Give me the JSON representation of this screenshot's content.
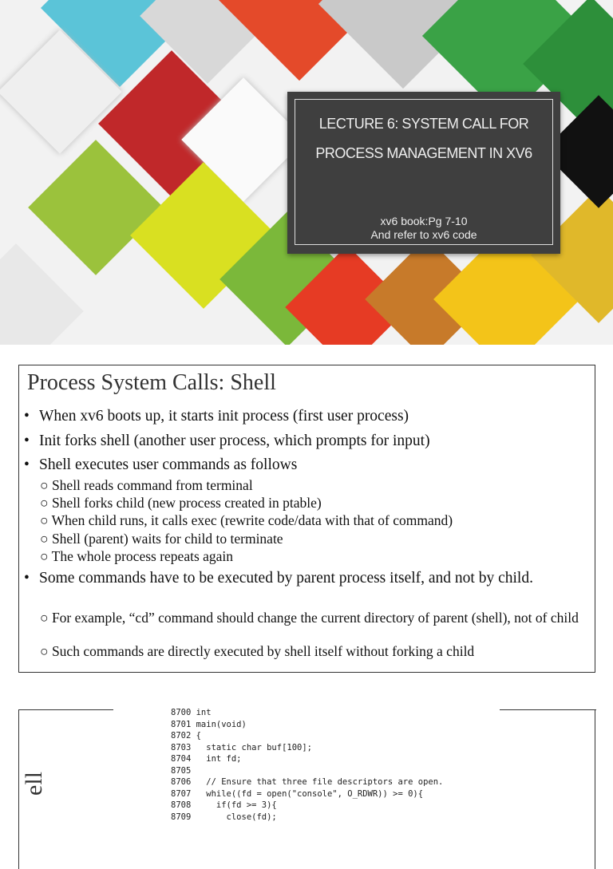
{
  "slide1": {
    "title_line1": "LECTURE 6: SYSTEM CALL FOR",
    "title_line2": "PROCESS MANAGEMENT IN XV6",
    "subtitle_line1": "xv6 book:Pg 7-10",
    "subtitle_line2": "And refer to xv6 code",
    "colors": {
      "box": "#3f3f3f"
    }
  },
  "slide2": {
    "title": "Process System Calls: Shell",
    "bullets": [
      "When xv6 boots up, it starts init process (first user process)",
      "Init forks shell (another user process, which prompts for input)",
      "Shell executes user commands as follows",
      "Some commands have to be executed by parent process itself, and not by child."
    ],
    "sub1": [
      "○ Shell reads command from terminal",
      "○ Shell forks child (new process created in ptable)",
      "○ When child runs, it calls exec (rewrite code/data with that of command)",
      "○ Shell (parent) waits for child to terminate",
      "○ The whole process repeats again"
    ],
    "sub2": [
      "○ For example, “cd” command should change the current directory of parent (shell), not of child",
      "○ Such commands are directly executed by shell itself without forking a child"
    ]
  },
  "slide3": {
    "side_title": "ell",
    "code": [
      "8700 int",
      "8701 main(void)",
      "8702 {",
      "8703   static char buf[100];",
      "8704   int fd;",
      "8705",
      "8706   // Ensure that three file descriptors are open.",
      "8707   while((fd = open(\"console\", O_RDWR)) >= 0){",
      "8708     if(fd >= 3){",
      "8709       close(fd);"
    ]
  }
}
